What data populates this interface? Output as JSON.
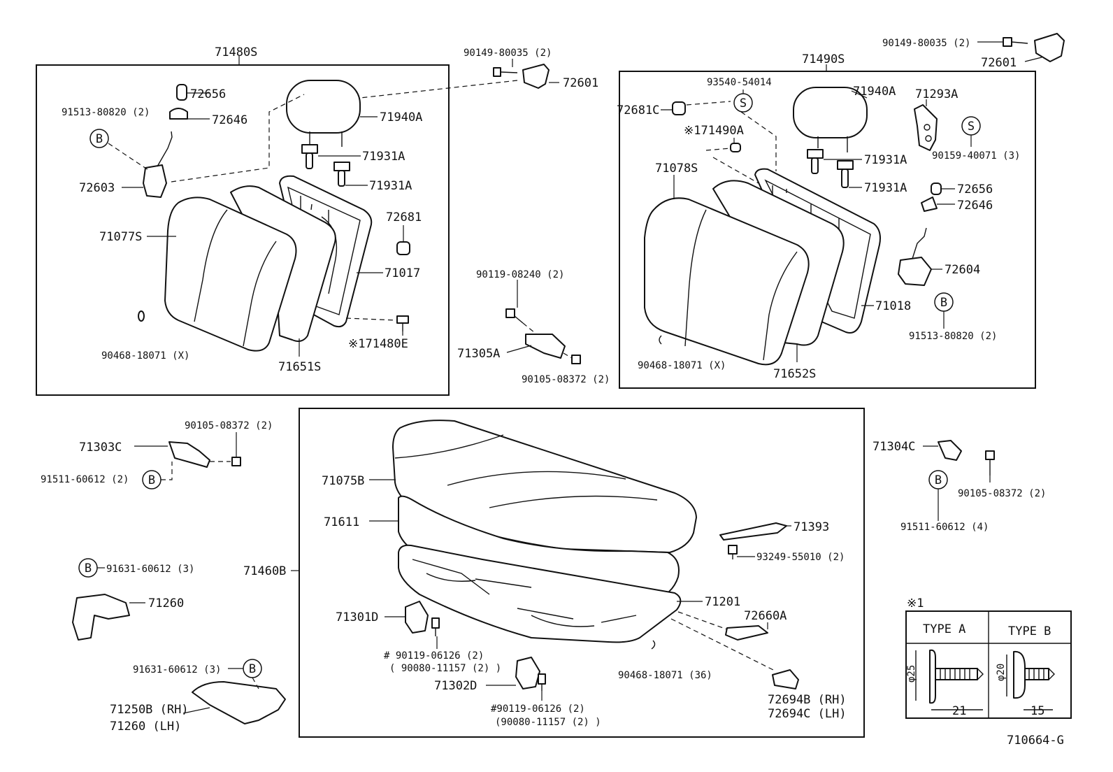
{
  "diagram_id": "710664-G",
  "labels": {
    "l71480S": "71480S",
    "l72656a": "72656",
    "l91513a": "91513-80820 (2)",
    "l72646a": "72646",
    "l71940Aa": "71940A",
    "l71931A1": "71931A",
    "l71931A2": "71931A",
    "l72603": "72603",
    "l72681": "72681",
    "l71077S": "71077S",
    "l71017": "71017",
    "l90468a": "90468-18071 (X)",
    "l171480E": "※171480E",
    "l71651S": "71651S",
    "l90149a": "90149-80035 (2)",
    "l72601a": "72601",
    "l90119_08240": "90119-08240 (2)",
    "l71305A": "71305A",
    "l90105a": "90105-08372 (2)",
    "l90149b": "90149-80035 (2)",
    "l72601b": "72601",
    "l71490S": "71490S",
    "l93540": "93540-54014",
    "l72681C": "72681C",
    "l71940Ab": "71940A",
    "l71293A": "71293A",
    "l171490A": "※171490A",
    "l90159": "90159-40071 (3)",
    "l71078S": "71078S",
    "l71931A3": "71931A",
    "l71931A4": "71931A",
    "l72656b": "72656",
    "l72646b": "72646",
    "l72604": "72604",
    "l71018": "71018",
    "l91513b": "91513-80820 (2)",
    "l90468b": "90468-18071 (X)",
    "l71652S": "71652S",
    "l90105b": "90105-08372 (2)",
    "l71303C": "71303C",
    "l91511a": "91511-60612 (2)",
    "l91631a": "91631-60612 (3)",
    "l71260a": "71260",
    "l91631b": "91631-60612 (3)",
    "l71250B": "71250B (RH)",
    "l71260b": "71260  (LH)",
    "l71075B": "71075B",
    "l71611": "71611",
    "l71460B": "71460B",
    "l71393": "71393",
    "l93249": "93249-55010 (2)",
    "l71201": "71201",
    "l71301D": "71301D",
    "l72660A": "72660A",
    "l90119_06126a": "# 90119-06126 (2)",
    "l90080a": "( 90080-11157 (2) )",
    "l90468c": "90468-18071 (36)",
    "l71302D": "71302D",
    "l90119_06126b": "#90119-06126 (2)",
    "l90080b": "(90080-11157 (2) )",
    "l72694B": "72694B (RH)",
    "l72694C": "72694C (LH)",
    "l71304C": "71304C",
    "l90105c": "90105-08372 (2)",
    "l91511b": "91511-60612 (4)",
    "note_mark": "※1",
    "type_a": "TYPE  A",
    "type_b": "TYPE  B",
    "dim_a_dia": "φ25",
    "dim_a_len": "21",
    "dim_b_dia": "φ20",
    "dim_b_len": "15"
  },
  "markers": {
    "b": "B",
    "s": "S"
  }
}
